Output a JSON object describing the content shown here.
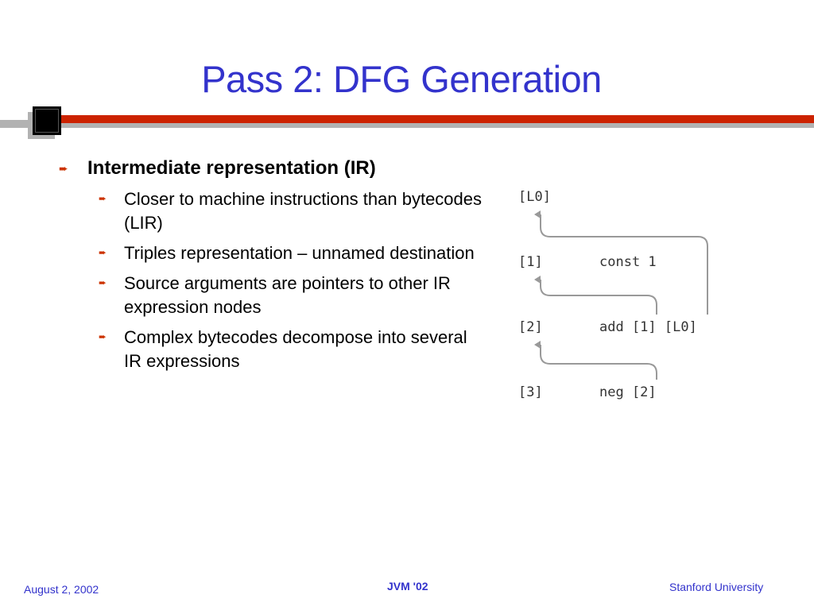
{
  "slide": {
    "title": "Pass 2: DFG Generation",
    "bullets": [
      {
        "text": "Intermediate representation (IR)",
        "sub": [
          "Closer to machine instructions than bytecodes (LIR)",
          "Triples representation – unnamed destination",
          "Source arguments are pointers to other IR expression nodes",
          "Complex bytecodes decompose into several IR expressions"
        ]
      }
    ]
  },
  "ir_listing": [
    {
      "label": "[L0]",
      "op": ""
    },
    {
      "label": "[1]",
      "op": "const 1"
    },
    {
      "label": "[2]",
      "op": "add [1] [L0]"
    },
    {
      "label": "[3]",
      "op": "neg [2]"
    }
  ],
  "footer": {
    "date": "August 2, 2002",
    "event": "JVM '02",
    "org": "Stanford University"
  },
  "colors": {
    "title": "#3333cc",
    "accent_bar": "#cc2200",
    "bullet_arrow": "#cc3300",
    "arrow_lines": "#999999"
  }
}
